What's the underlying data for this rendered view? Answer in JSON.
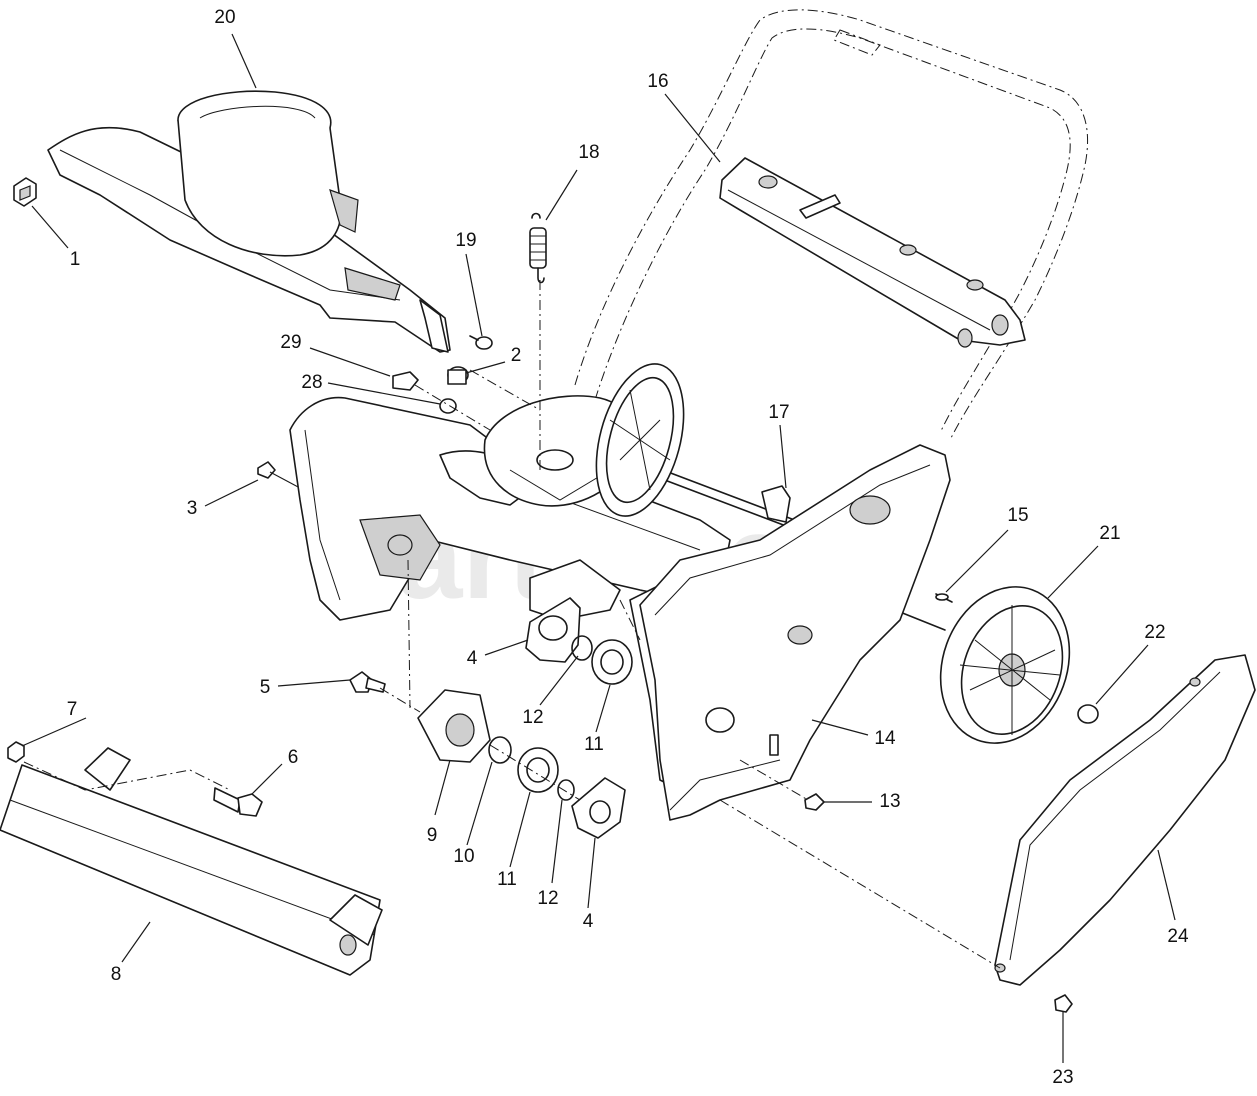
{
  "watermark": "PartsTree",
  "callouts": [
    {
      "id": "c1",
      "label": "1"
    },
    {
      "id": "c2",
      "label": "2"
    },
    {
      "id": "c3",
      "label": "3"
    },
    {
      "id": "c4a",
      "label": "4"
    },
    {
      "id": "c4b",
      "label": "4"
    },
    {
      "id": "c5",
      "label": "5"
    },
    {
      "id": "c6",
      "label": "6"
    },
    {
      "id": "c7",
      "label": "7"
    },
    {
      "id": "c8",
      "label": "8"
    },
    {
      "id": "c9",
      "label": "9"
    },
    {
      "id": "c10",
      "label": "10"
    },
    {
      "id": "c11a",
      "label": "11"
    },
    {
      "id": "c11b",
      "label": "11"
    },
    {
      "id": "c12a",
      "label": "12"
    },
    {
      "id": "c12b",
      "label": "12"
    },
    {
      "id": "c13",
      "label": "13"
    },
    {
      "id": "c14",
      "label": "14"
    },
    {
      "id": "c15",
      "label": "15"
    },
    {
      "id": "c16",
      "label": "16"
    },
    {
      "id": "c17",
      "label": "17"
    },
    {
      "id": "c18",
      "label": "18"
    },
    {
      "id": "c19",
      "label": "19"
    },
    {
      "id": "c20",
      "label": "20"
    },
    {
      "id": "c21",
      "label": "21"
    },
    {
      "id": "c22",
      "label": "22"
    },
    {
      "id": "c23",
      "label": "23"
    },
    {
      "id": "c24",
      "label": "24"
    },
    {
      "id": "c28",
      "label": "28"
    },
    {
      "id": "c29",
      "label": "29"
    }
  ]
}
